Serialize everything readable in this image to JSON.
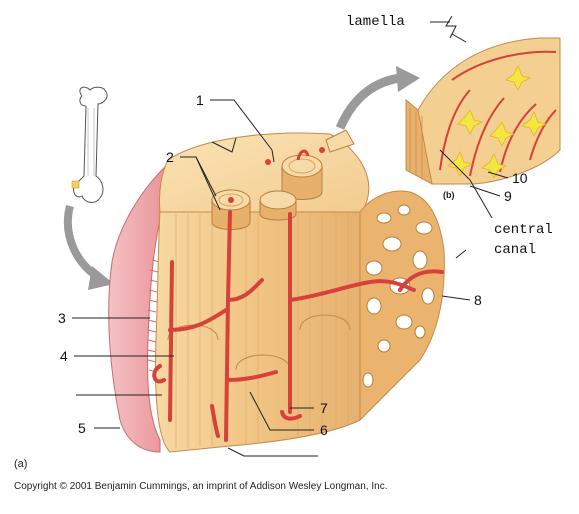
{
  "figure": {
    "panel_a": "(a)",
    "panel_b": "(b)",
    "copyright": "Copyright © 2001 Benjamin Cummings, an imprint of Addison Wesley Longman, Inc."
  },
  "labels": {
    "l1": "1",
    "l2": "2",
    "l3": "3",
    "l4": "4",
    "l5": "5",
    "l6": "6",
    "l7": "7",
    "l8": "8",
    "l9": "9",
    "l10": "10",
    "lamella": "lamella",
    "central_canal_line1": "central",
    "central_canal_line2": "canal"
  },
  "colors": {
    "bone": "#f1c98a",
    "bone_light": "#f8dfae",
    "bone_dark": "#d9a45e",
    "vessel": "#d8403a",
    "periosteum": "#f0a6a8",
    "spongy": "#e8b06a",
    "osteocyte": "#f4e640"
  }
}
